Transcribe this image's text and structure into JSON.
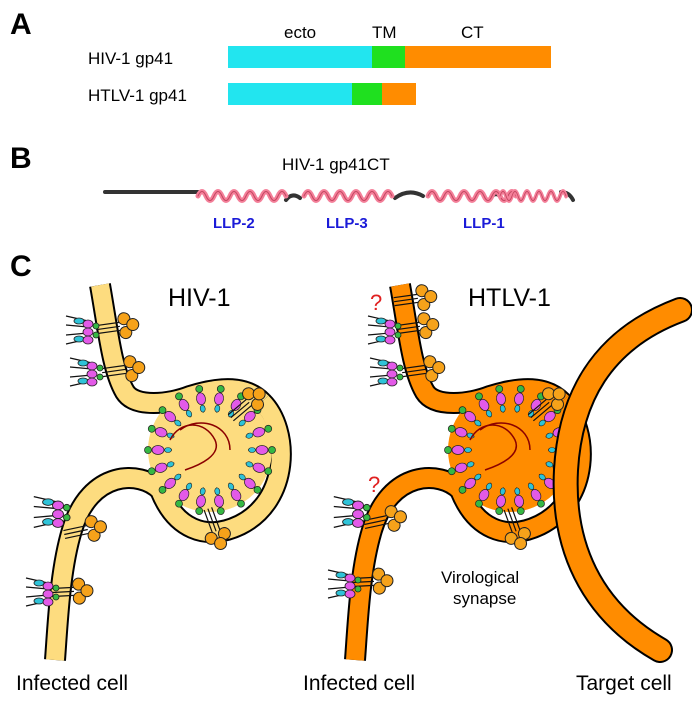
{
  "colors": {
    "ecto": "#22e5ef",
    "tm": "#1fe01f",
    "ct": "#ff8c00",
    "helix": "#f47f99",
    "llp_text": "#1b1bd8",
    "hiv_membrane": "#fddc7f",
    "htlv_membrane": "#ff8c00",
    "question": "#e02020",
    "gag_magenta": "#e35ae8",
    "gag_cyan": "#2ec3d8",
    "gag_green": "#35b843",
    "env_orange": "#f6a21a"
  },
  "panel_a": {
    "letter": "A",
    "domain_labels": {
      "ecto": "ecto",
      "tm": "TM",
      "ct": "CT"
    },
    "proteins": [
      {
        "name": "HIV-1 gp41"
      },
      {
        "name": "HTLV-1 gp41"
      }
    ]
  },
  "panel_b": {
    "letter": "B",
    "title": "HIV-1 gp41CT",
    "segments": [
      "LLP-2",
      "LLP-3",
      "LLP-1"
    ]
  },
  "panel_c": {
    "letter": "C",
    "hiv_title": "HIV-1",
    "htlv_title": "HTLV-1",
    "question_mark": "?",
    "synapse_label": [
      "Virological",
      "synapse"
    ],
    "cell_labels": {
      "hiv_infected": "Infected cell",
      "htlv_infected": "Infected cell",
      "target": "Target cell"
    }
  }
}
